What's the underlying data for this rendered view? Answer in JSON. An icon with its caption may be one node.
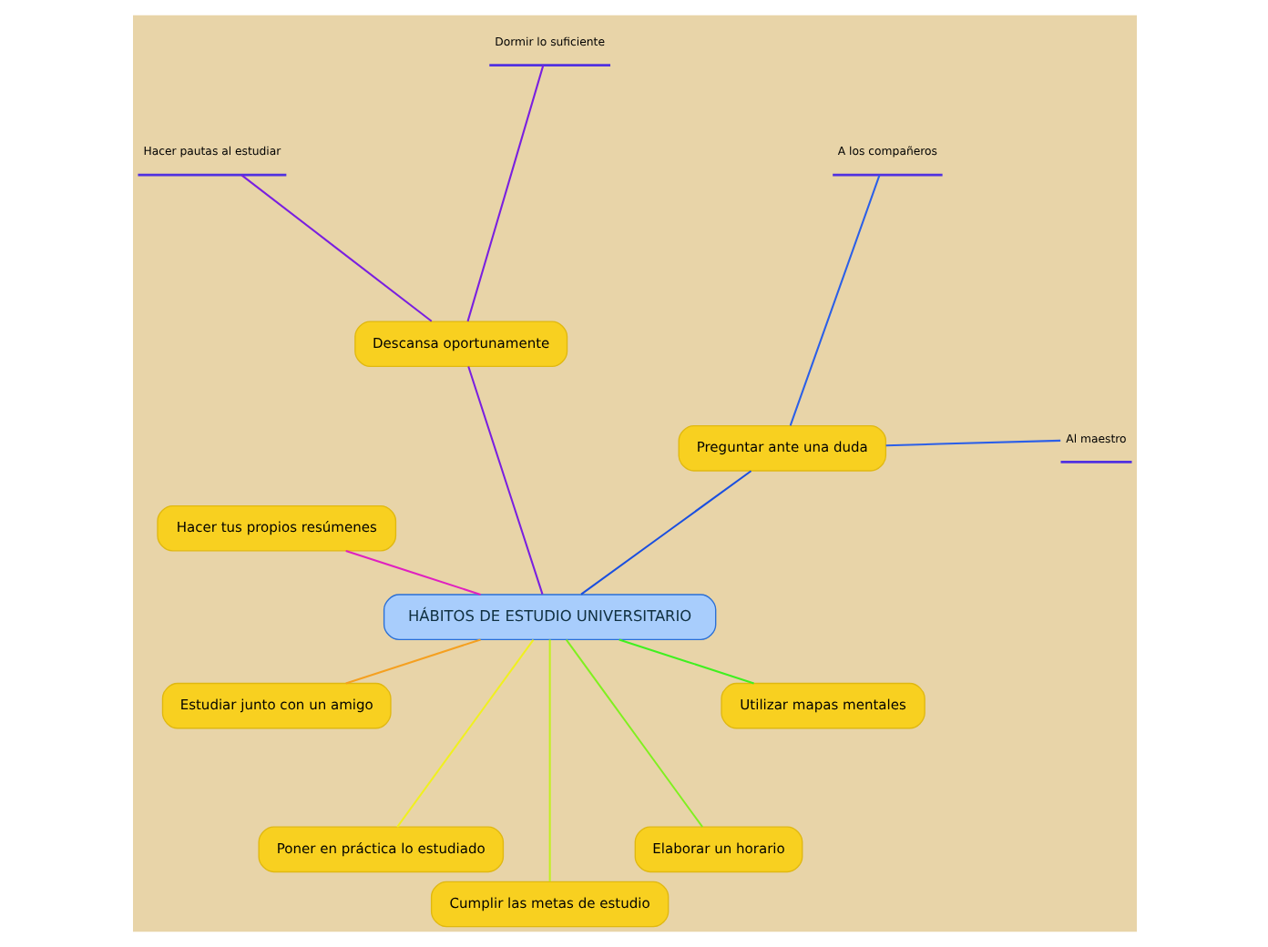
{
  "diagram": {
    "nodes": [
      {
        "text": [
          "HÁBITOS DE ESTUDIO UNIVERSITARIO"
        ]
      },
      {
        "text": [
          "Preguntar ante una duda"
        ]
      },
      {
        "text": [
          "Al maestro"
        ]
      },
      {
        "text": [
          "A los compañeros"
        ]
      },
      {
        "text": [
          "Descansa oportunamente"
        ]
      },
      {
        "text": [
          "Dormir lo suficiente"
        ]
      },
      {
        "text": [
          "Hacer pautas al estudiar"
        ]
      },
      {
        "text": [
          "Hacer tus propios resúmenes"
        ]
      },
      {
        "text": [
          "Estudiar junto con un amigo"
        ]
      },
      {
        "text": [
          "Poner en práctica lo estudiado"
        ]
      },
      {
        "text": [
          "Cumplir las metas de estudio"
        ]
      },
      {
        "text": [
          "Elaborar un horario"
        ]
      },
      {
        "text": [
          "Utilizar mapas mentales"
        ]
      }
    ],
    "edges": [
      {
        "from": 0,
        "to": 1,
        "arrow": "none",
        "color": "#1a4fe0"
      },
      {
        "from": 1,
        "to": 2,
        "arrow": "none",
        "color": "#2b5fe8"
      },
      {
        "from": 1,
        "to": 3,
        "arrow": "none",
        "color": "#2b5fe8"
      },
      {
        "from": 0,
        "to": 4,
        "arrow": "none",
        "color": "#7a1fe0"
      },
      {
        "from": 4,
        "to": 5,
        "arrow": "none",
        "color": "#7a1fe0"
      },
      {
        "from": 4,
        "to": 6,
        "arrow": "none",
        "color": "#7a1fe0"
      },
      {
        "from": 0,
        "to": 7,
        "arrow": "none",
        "color": "#e020c0"
      },
      {
        "from": 0,
        "to": 8,
        "arrow": "none",
        "color": "#f5a020"
      },
      {
        "from": 0,
        "to": 9,
        "arrow": "none",
        "color": "#f0f020"
      },
      {
        "from": 0,
        "to": 10,
        "arrow": "none",
        "color": "#c0f020"
      },
      {
        "from": 0,
        "to": 11,
        "arrow": "none",
        "color": "#80f020"
      },
      {
        "from": 0,
        "to": 12,
        "arrow": "none",
        "color": "#40f020"
      }
    ]
  }
}
